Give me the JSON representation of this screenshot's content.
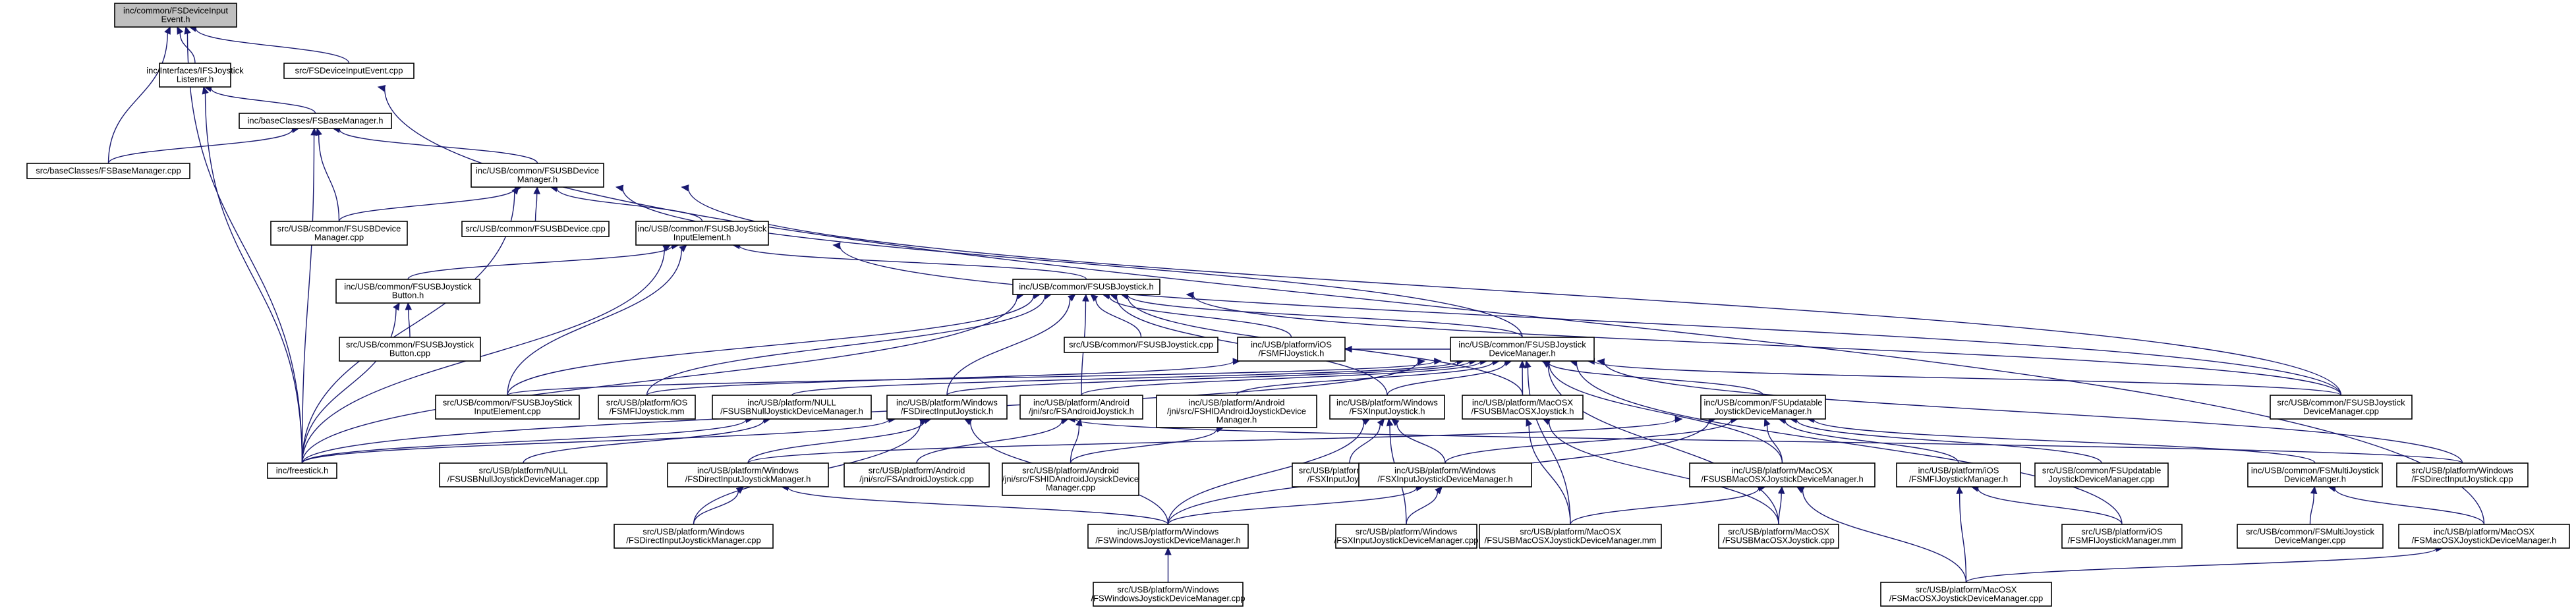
{
  "diagram": {
    "nodes": [
      {
        "id": "n0",
        "lines": [
          "inc/common/FSDeviceInput",
          "Event.h"
        ],
        "root": true
      },
      {
        "id": "n1",
        "lines": [
          "inc/Interfaces/IFSJoystick",
          "Listener.h"
        ]
      },
      {
        "id": "n2",
        "lines": [
          "src/FSDeviceInputEvent.cpp"
        ]
      },
      {
        "id": "n3",
        "lines": [
          "inc/baseClasses/FSBaseManager.h"
        ]
      },
      {
        "id": "n4",
        "lines": [
          "src/baseClasses/FSBaseManager.cpp"
        ]
      },
      {
        "id": "n5",
        "lines": [
          "inc/USB/common/FSUSBDevice",
          "Manager.h"
        ]
      },
      {
        "id": "n6",
        "lines": [
          "src/USB/common/FSUSBDevice",
          "Manager.cpp"
        ]
      },
      {
        "id": "n7",
        "lines": [
          "src/USB/common/FSUSBDevice.cpp"
        ]
      },
      {
        "id": "n8",
        "lines": [
          "inc/USB/common/FSUSBJoyStick",
          "InputElement.h"
        ]
      },
      {
        "id": "n9",
        "lines": [
          "inc/USB/common/FSUSBJoystick",
          "Button.h"
        ]
      },
      {
        "id": "n10",
        "lines": [
          "src/USB/common/FSUSBJoystick",
          "Button.cpp"
        ]
      },
      {
        "id": "n11",
        "lines": [
          "inc/USB/common/FSUSBJoystick.h"
        ]
      },
      {
        "id": "n12",
        "lines": [
          "src/USB/common/FSUSBJoystick.cpp"
        ]
      },
      {
        "id": "n13",
        "lines": [
          "inc/USB/platform/iOS",
          "/FSMFIJoystick.h"
        ]
      },
      {
        "id": "n14",
        "lines": [
          "inc/USB/common/FSUSBJoystick",
          "DeviceManager.h"
        ]
      },
      {
        "id": "n15",
        "lines": [
          "src/USB/common/FSUSBJoyStick",
          "InputElement.cpp"
        ]
      },
      {
        "id": "n16",
        "lines": [
          "src/USB/platform/iOS",
          "/FSMFIJoystick.mm"
        ]
      },
      {
        "id": "n17",
        "lines": [
          "inc/USB/platform/NULL",
          "/FSUSBNullJoystickDeviceManager.h"
        ]
      },
      {
        "id": "n18",
        "lines": [
          "inc/USB/platform/Windows",
          "/FSDirectInputJoystick.h"
        ]
      },
      {
        "id": "n19",
        "lines": [
          "inc/USB/platform/Android",
          "/jni/src/FSAndroidJoystick.h"
        ]
      },
      {
        "id": "n20",
        "lines": [
          "inc/USB/platform/Android",
          "/jni/src/FSHIDAndroidJoystickDevice",
          "Manager.h"
        ]
      },
      {
        "id": "n21",
        "lines": [
          "inc/USB/platform/Windows",
          "/FSXInputJoystick.h"
        ]
      },
      {
        "id": "n22",
        "lines": [
          "inc/USB/platform/MacOSX",
          "/FSUSBMacOSXJoystick.h"
        ]
      },
      {
        "id": "n23",
        "lines": [
          "inc/USB/common/FSUpdatable",
          "JoystickDeviceManager.h"
        ]
      },
      {
        "id": "n24",
        "lines": [
          "src/USB/common/FSUSBJoystick",
          "DeviceManager.cpp"
        ]
      },
      {
        "id": "n25",
        "lines": [
          "inc/freestick.h"
        ]
      },
      {
        "id": "n26",
        "lines": [
          "src/USB/platform/NULL",
          "/FSUSBNullJoystickDeviceManager.cpp"
        ]
      },
      {
        "id": "n27",
        "lines": [
          "inc/USB/platform/Windows",
          "/FSDirectInputJoystickManager.h"
        ]
      },
      {
        "id": "n28",
        "lines": [
          "src/USB/platform/Android",
          "/jni/src/FSAndroidJoystick.cpp"
        ]
      },
      {
        "id": "n29",
        "lines": [
          "src/USB/platform/Android",
          "/jni/src/FSHIDAndroidJoysickDevice",
          "Manager.cpp"
        ]
      },
      {
        "id": "n30",
        "lines": [
          "src/USB/platform/Windows",
          "/FSXInputJoystick.cpp"
        ]
      },
      {
        "id": "n31",
        "lines": [
          "inc/USB/platform/Windows",
          "/FSXInputJoystickDeviceManager.h"
        ]
      },
      {
        "id": "n32",
        "lines": [
          "inc/USB/platform/MacOSX",
          "/FSUSBMacOSXJoystickDeviceManager.h"
        ]
      },
      {
        "id": "n33",
        "lines": [
          "inc/USB/platform/iOS",
          "/FSMFIJoystickManager.h"
        ]
      },
      {
        "id": "n34",
        "lines": [
          "src/USB/common/FSUpdatable",
          "JoystickDeviceManager.cpp"
        ]
      },
      {
        "id": "n35",
        "lines": [
          "inc/USB/common/FSMultiJoystick",
          "DeviceManger.h"
        ]
      },
      {
        "id": "n36",
        "lines": [
          "src/USB/platform/Windows",
          "/FSDirectInputJoystick.cpp"
        ]
      },
      {
        "id": "n37",
        "lines": [
          "src/USB/platform/Windows",
          "/FSDirectInputJoystickManager.cpp"
        ]
      },
      {
        "id": "n38",
        "lines": [
          "inc/USB/platform/Windows",
          "/FSWindowsJoystickDeviceManager.h"
        ]
      },
      {
        "id": "n39",
        "lines": [
          "src/USB/platform/Windows",
          "/FSXInputJoystickDeviceManager.cpp"
        ]
      },
      {
        "id": "n40",
        "lines": [
          "src/USB/platform/MacOSX",
          "/FSUSBMacOSXJoystickDeviceManager.mm"
        ]
      },
      {
        "id": "n41",
        "lines": [
          "src/USB/platform/MacOSX",
          "/FSUSBMacOSXJoystick.cpp"
        ]
      },
      {
        "id": "n42",
        "lines": [
          "src/USB/platform/iOS",
          "/FSMFIJoystickManager.mm"
        ]
      },
      {
        "id": "n43",
        "lines": [
          "src/USB/common/FSMultiJoystick",
          "DeviceManger.cpp"
        ]
      },
      {
        "id": "n44",
        "lines": [
          "inc/USB/platform/MacOSX",
          "/FSMacOSXJoystickDeviceManager.h"
        ]
      },
      {
        "id": "n45",
        "lines": [
          "src/USB/platform/Windows",
          "/FSWindowsJoystickDeviceManager.cpp"
        ]
      },
      {
        "id": "n46",
        "lines": [
          "src/USB/platform/MacOSX",
          "/FSMacOSXJoystickDeviceManager.cpp"
        ]
      }
    ],
    "edges": [
      [
        "n0",
        "n1"
      ],
      [
        "n0",
        "n2"
      ],
      [
        "n0",
        "n4"
      ],
      [
        "n0",
        "n25"
      ],
      [
        "n1",
        "n3"
      ],
      [
        "n1",
        "n25"
      ],
      [
        "n1",
        "n44"
      ],
      [
        "n3",
        "n4"
      ],
      [
        "n3",
        "n5"
      ],
      [
        "n3",
        "n6"
      ],
      [
        "n3",
        "n25"
      ],
      [
        "n5",
        "n6"
      ],
      [
        "n5",
        "n7"
      ],
      [
        "n5",
        "n8"
      ],
      [
        "n5",
        "n14"
      ],
      [
        "n5",
        "n24"
      ],
      [
        "n5",
        "n25"
      ],
      [
        "n8",
        "n9"
      ],
      [
        "n8",
        "n11"
      ],
      [
        "n8",
        "n15"
      ],
      [
        "n8",
        "n24"
      ],
      [
        "n8",
        "n25"
      ],
      [
        "n9",
        "n10"
      ],
      [
        "n9",
        "n25"
      ],
      [
        "n11",
        "n12"
      ],
      [
        "n11",
        "n13"
      ],
      [
        "n11",
        "n14"
      ],
      [
        "n11",
        "n15"
      ],
      [
        "n11",
        "n16"
      ],
      [
        "n11",
        "n18"
      ],
      [
        "n11",
        "n19"
      ],
      [
        "n11",
        "n21"
      ],
      [
        "n11",
        "n22"
      ],
      [
        "n11",
        "n24"
      ],
      [
        "n11",
        "n25"
      ],
      [
        "n13",
        "n14"
      ],
      [
        "n13",
        "n16"
      ],
      [
        "n14",
        "n15"
      ],
      [
        "n14",
        "n17"
      ],
      [
        "n14",
        "n18"
      ],
      [
        "n14",
        "n19"
      ],
      [
        "n14",
        "n20"
      ],
      [
        "n14",
        "n21"
      ],
      [
        "n14",
        "n22"
      ],
      [
        "n14",
        "n23"
      ],
      [
        "n14",
        "n24"
      ],
      [
        "n14",
        "n25"
      ],
      [
        "n14",
        "n32"
      ],
      [
        "n14",
        "n36"
      ],
      [
        "n14",
        "n40"
      ],
      [
        "n14",
        "n41"
      ],
      [
        "n14",
        "n42"
      ],
      [
        "n17",
        "n25"
      ],
      [
        "n17",
        "n26"
      ],
      [
        "n18",
        "n25"
      ],
      [
        "n18",
        "n27"
      ],
      [
        "n18",
        "n36"
      ],
      [
        "n18",
        "n37"
      ],
      [
        "n18",
        "n38"
      ],
      [
        "n19",
        "n28"
      ],
      [
        "n19",
        "n29"
      ],
      [
        "n20",
        "n29"
      ],
      [
        "n21",
        "n30"
      ],
      [
        "n21",
        "n31"
      ],
      [
        "n21",
        "n38"
      ],
      [
        "n21",
        "n39"
      ],
      [
        "n22",
        "n40"
      ],
      [
        "n22",
        "n41"
      ],
      [
        "n23",
        "n27"
      ],
      [
        "n23",
        "n31"
      ],
      [
        "n23",
        "n32"
      ],
      [
        "n23",
        "n33"
      ],
      [
        "n23",
        "n34"
      ],
      [
        "n23",
        "n35"
      ],
      [
        "n23",
        "n38"
      ],
      [
        "n27",
        "n37"
      ],
      [
        "n27",
        "n38"
      ],
      [
        "n31",
        "n38"
      ],
      [
        "n31",
        "n39"
      ],
      [
        "n32",
        "n40"
      ],
      [
        "n32",
        "n41"
      ],
      [
        "n32",
        "n46"
      ],
      [
        "n33",
        "n42"
      ],
      [
        "n33",
        "n46"
      ],
      [
        "n35",
        "n43"
      ],
      [
        "n35",
        "n44"
      ],
      [
        "n38",
        "n45"
      ],
      [
        "n44",
        "n46"
      ]
    ]
  }
}
